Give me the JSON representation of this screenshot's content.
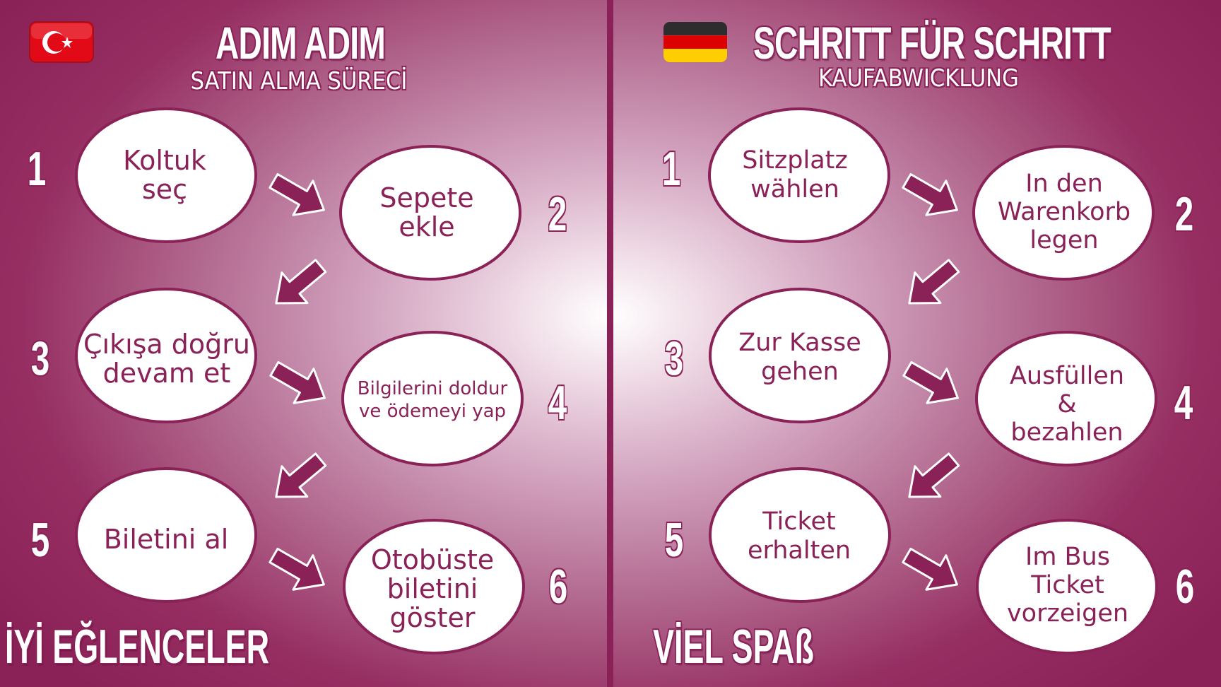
{
  "colors": {
    "accent": "#8a2258",
    "bubble": "#ffffff",
    "flag_red": "#e30a17"
  },
  "left": {
    "flag_icon": "turkey-flag-icon",
    "title": "ADIM ADIM",
    "subtitle": "SATIN ALMA SÜRECİ",
    "steps": [
      {
        "number": "1",
        "text": "Koltuk\nseç"
      },
      {
        "number": "2",
        "text": "Sepete\nekle"
      },
      {
        "number": "3",
        "text": "Çıkışa doğru\ndevam et"
      },
      {
        "number": "4",
        "text": "Bilgilerini doldur\nve ödemeyi yap"
      },
      {
        "number": "5",
        "text": "Biletini al"
      },
      {
        "number": "6",
        "text": "Otobüste\nbiletini\ngöster"
      }
    ],
    "footer": "İYİ EĞLENCELER"
  },
  "right": {
    "flag_icon": "germany-flag-icon",
    "title": "SCHRITT FÜR SCHRITT",
    "subtitle": "KAUFABWICKLUNG",
    "steps": [
      {
        "number": "1",
        "text": "Sitzplatz\nwählen"
      },
      {
        "number": "2",
        "text": "In den\nWarenkorb\nlegen"
      },
      {
        "number": "3",
        "text": "Zur Kasse\ngehen"
      },
      {
        "number": "4",
        "text": "Ausfüllen\n&\nbezahlen"
      },
      {
        "number": "5",
        "text": "Ticket\nerhalten"
      },
      {
        "number": "6",
        "text": "Im Bus\nTicket\nvorzeigen"
      }
    ],
    "footer": "VİEL SPAß"
  }
}
